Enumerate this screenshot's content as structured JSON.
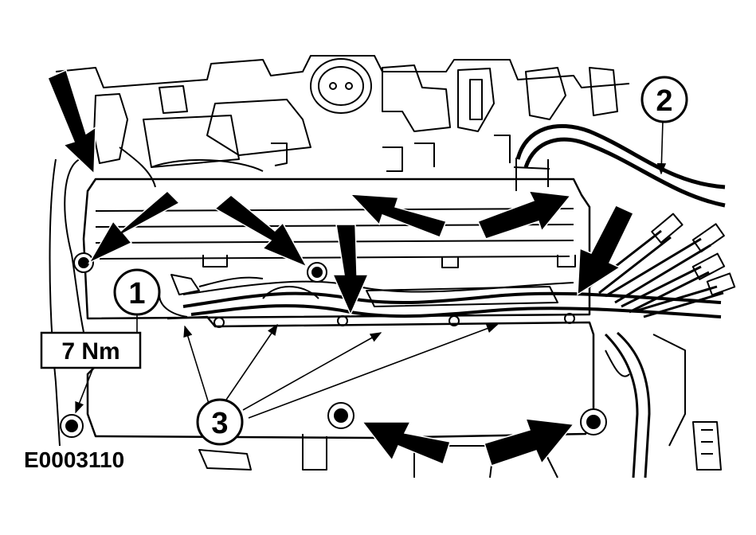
{
  "callouts": {
    "one": "1",
    "two": "2",
    "three": "3"
  },
  "torque_label": "7 Nm",
  "reference_code": "E0003110"
}
